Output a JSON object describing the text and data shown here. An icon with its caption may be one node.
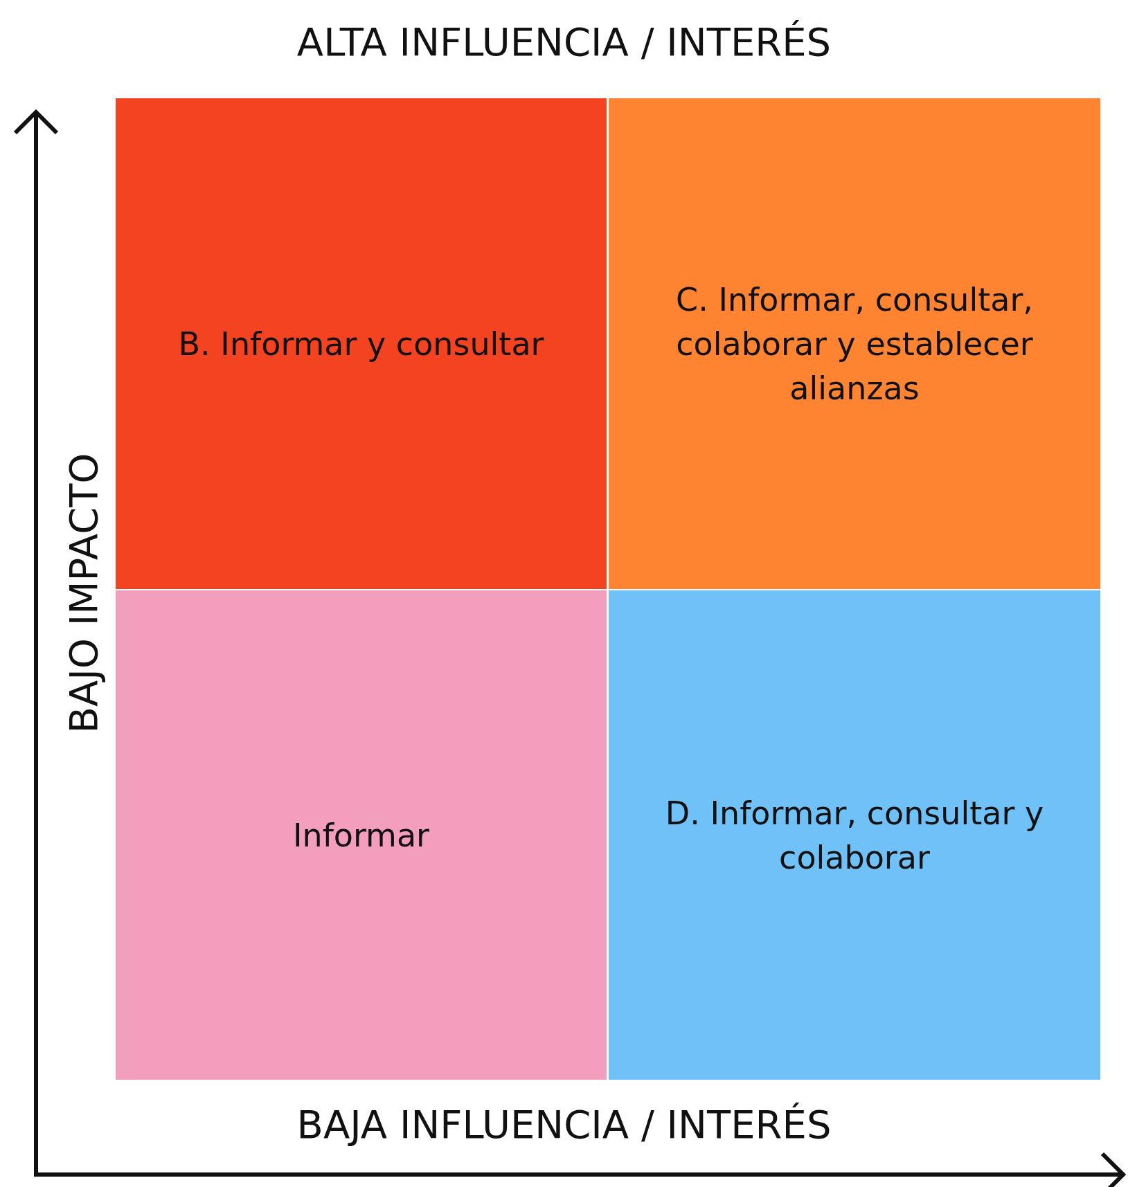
{
  "diagram": {
    "nodes": [
      {
        "text": [
          "B. Informar y consultar"
        ]
      },
      {
        "text": [
          "C. Informar, consultar, colaborar y establecer alianzas"
        ]
      },
      {
        "text": [
          "Informar"
        ]
      },
      {
        "text": [
          "D. Informar, consultar y colaborar"
        ]
      }
    ],
    "labels": [
      "ALTA INFLUENCIA / INTERÉS",
      "BAJO IMPACTO",
      "BAJA INFLUENCIA / INTERÉS"
    ]
  }
}
